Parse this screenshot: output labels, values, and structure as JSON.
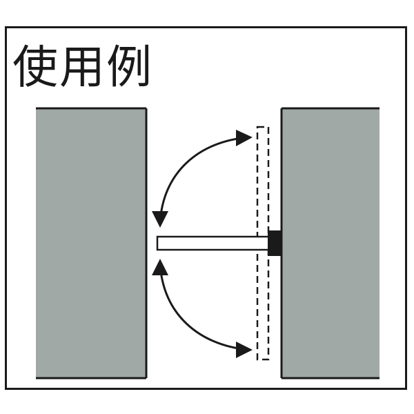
{
  "title": "使用例",
  "colors": {
    "border": "#1a1a1a",
    "wall": "#a1a9a7",
    "wall_edge": "#1a1a1a",
    "background": "#ffffff",
    "bar_fill": "#ffffff",
    "mount": "#1a1a1a",
    "arrow": "#1a1a1a"
  },
  "components": {
    "left_wall": "left-wall-panel",
    "right_wall": "right-wall-panel",
    "arm": "door-stop-arm",
    "mount": "wall-mount-block",
    "swing_guide": "dashed-swing-outline",
    "arrows": [
      "upper-swing-arrow",
      "lower-swing-arrow"
    ]
  }
}
